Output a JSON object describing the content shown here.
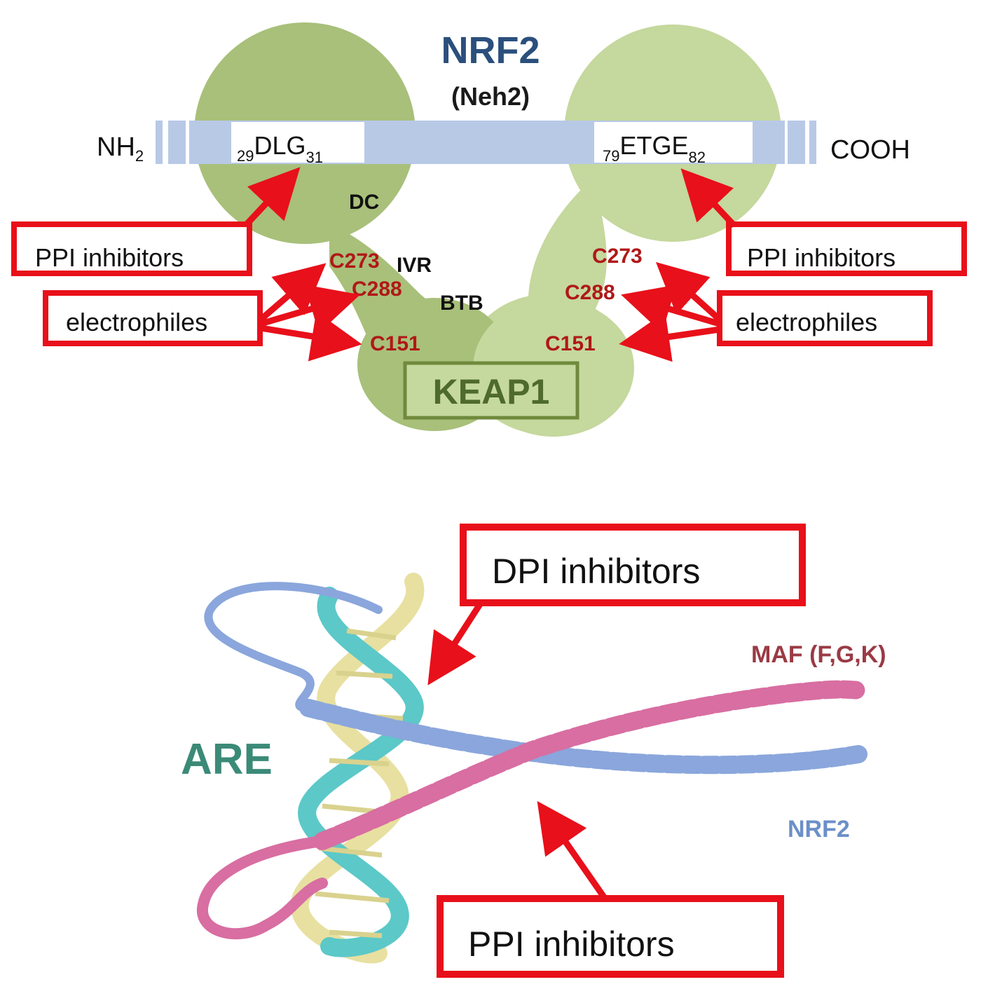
{
  "colors": {
    "keap_dark": "#a8c07a",
    "keap_light": "#c5d89d",
    "nrf2_bar": "#b8c9e6",
    "highlight_red": "#e8101a",
    "title_blue": "#2b4f7c",
    "cysteine_red": "#b01818",
    "are_teal": "#3b8a78",
    "maf_pink": "#d86ea2",
    "nrf2_helix_blue": "#8aa6dc",
    "dna_yellow": "#e8e0a0",
    "dna_cyan": "#5cc8c8"
  },
  "top": {
    "title": "NRF2",
    "subtitle": "(Neh2)",
    "nterm_base": "NH",
    "nterm_sub": "2",
    "cterm": "COOH",
    "motif_left": {
      "pre": "29",
      "core": "DLG",
      "post": "31"
    },
    "motif_right": {
      "pre": "79",
      "core": "ETGE",
      "post": "82"
    },
    "domains": {
      "dc": "DC",
      "ivr": "IVR",
      "btb": "BTB"
    },
    "cysteines_left": [
      "C273",
      "C288",
      "C151"
    ],
    "cysteines_right": [
      "C273",
      "C288",
      "C151"
    ],
    "ppi_left": "PPI inhibitors",
    "ppi_right": "PPI inhibitors",
    "electrophiles_left": "electrophiles",
    "electrophiles_right": "electrophiles",
    "keap1": "KEAP1"
  },
  "bottom": {
    "dpi_label": "DPI inhibitors",
    "ppi_label": "PPI inhibitors",
    "are_label": "ARE",
    "maf_label": "MAF (F,G,K)",
    "nrf2_label": "NRF2"
  }
}
